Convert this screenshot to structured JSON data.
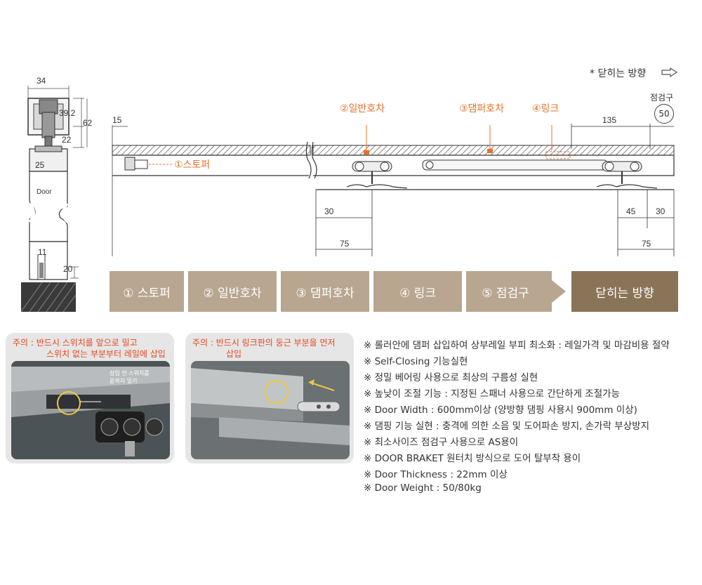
{
  "header": {
    "closing_direction": "* 닫히는 방향",
    "inspection_label": "점검구",
    "inspection_value": "50"
  },
  "callouts": {
    "stopper": "①스토퍼",
    "trolley": "②일반호차",
    "damper": "③댐퍼호차",
    "link": "④링크"
  },
  "side_view": {
    "width_34": "34",
    "h_39_2": "39.2",
    "h_62": "62",
    "h_22": "22",
    "w_25": "25",
    "door": "Door",
    "w_11": "11",
    "h_20": "20"
  },
  "front_dims": {
    "d15": "15",
    "d135": "135",
    "d30_left": "30",
    "d75_left": "75",
    "d45": "45",
    "d30_right": "30",
    "d75_right": "75"
  },
  "steps": [
    "① 스토퍼",
    "② 일반호차",
    "③ 댐퍼호차",
    "④ 링크",
    "⑤ 점검구",
    "닫히는 방향"
  ],
  "notes": [
    {
      "line1": "주의 : 반드시 스위치를 앞으로 밀고",
      "line2": "스위치 없는 부분부터 레일에 삽입",
      "photo_caption1": "삽입 전 스위치를",
      "photo_caption2": "끝까지 밀기"
    },
    {
      "line1": "주의 : 반드시 링크판의 둥근 부분을 먼저",
      "line2": "삽입"
    }
  ],
  "specs": [
    "※ 롤러안에 댐퍼 삽입하여 상부레일 부피 최소화 : 레일가격 및 마감비용 절약",
    "※ Self-Closing 기능실현",
    "※ 정밀 베어링 사용으로 최상의 구름성 실현",
    "※ 높낮이 조절 기능 : 지정된 스패너 사용으로 간단하게 조절가능",
    "※ Door Width : 600mm이상 (양방향 댐핑 사용시 900mm 이상)",
    "※ 댐핑 기능 실현 : 충격에 의한 소음 및 도어파손 방지, 손가락 부상방지",
    "※ 최소사이즈 점검구 사용으로 AS용이",
    "※ DOOR BRAKET 원터치 방식으로 도어 탈부착 용이",
    "※ Door Thickness : 22mm 이상",
    "※ Door Weight : 50/80kg"
  ],
  "colors": {
    "step_bg": "#b8a690",
    "step_active": "#8a7457",
    "accent": "#e8702a",
    "warning": "#e8451f"
  }
}
